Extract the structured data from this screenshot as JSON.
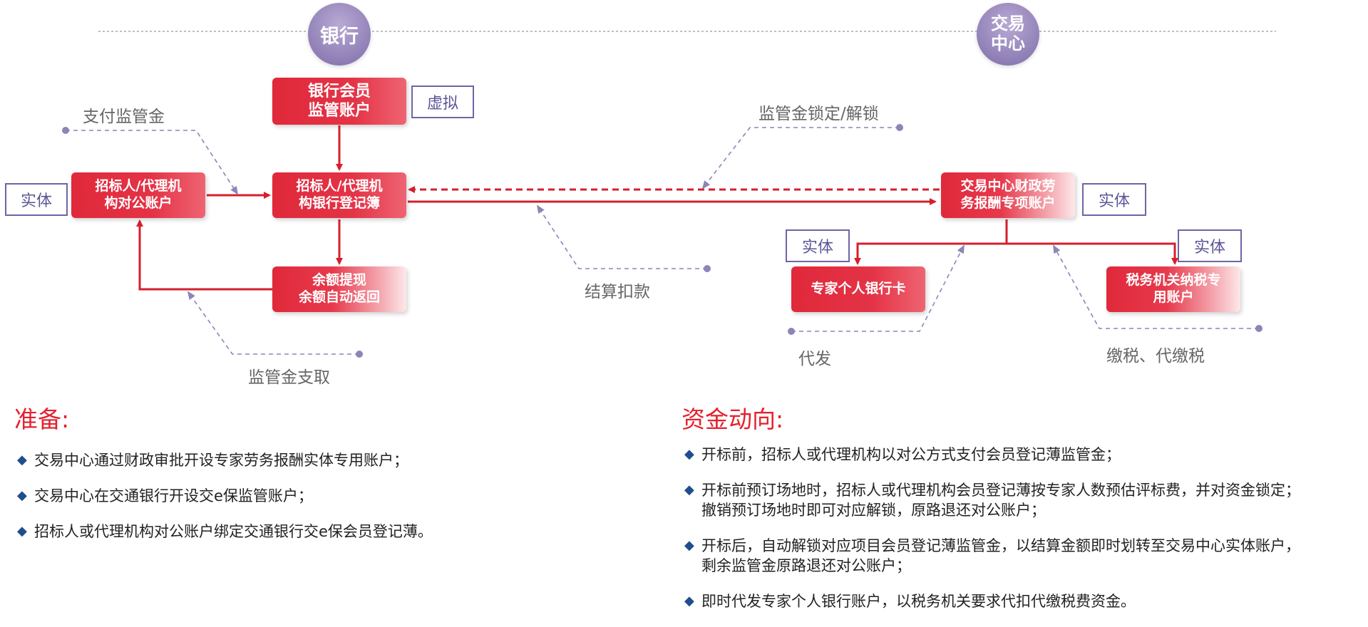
{
  "header": {
    "bank_label": "银行",
    "center_label": "交易\n中心"
  },
  "boxes": {
    "bank_member": "银行会员\n监管账户",
    "tenderer_register": "招标人/代理机\n构银行登记簿",
    "tenderer_public": "招标人/代理机\n构对公账户",
    "balance_return": "余额提现\n余额自动返回",
    "center_finance": "交易中心财政劳\n务报酬专项账户",
    "expert_card": "专家个人银行卡",
    "tax_account": "税务机关纳税专\n用账户"
  },
  "tags": {
    "virtual": "虚拟",
    "entity_left": "实体",
    "entity_right": "实体",
    "entity_expert": "实体",
    "entity_tax": "实体"
  },
  "pointer_labels": {
    "pay_deposit": "支付监管金",
    "lock_unlock": "监管金锁定/解锁",
    "settle": "结算扣款",
    "withdraw": "监管金支取",
    "issue": "代发",
    "tax": "缴税、代缴税"
  },
  "prep": {
    "title": "准备:",
    "items": [
      "交易中心通过财政审批开设专家劳务报酬实体专用账户；",
      "交易中心在交通银行开设交e保监管账户；",
      "招标人或代理机构对公账户绑定交通银行交e保会员登记薄。"
    ]
  },
  "flow": {
    "title": "资金动向:",
    "items": [
      "开标前，招标人或代理机构以对公方式支付会员登记薄监管金；",
      "开标前预订场地时，招标人或代理机构会员登记薄按专家人数预估评标费，并对资金锁定；\n撤销预订场地时即可对应解锁，原路退还对公账户；",
      "开标后，自动解锁对应项目会员登记薄监管金，以结算金额即时划转至交易中心实体账户，\n剩余监管金原路退还对公账户；",
      "即时代发专家个人银行账户，以税务机关要求代扣代缴税费资金。"
    ]
  },
  "colors": {
    "accent_red": "#e5202e",
    "box_red": "#e0293b",
    "arrow_red": "#d61f2c",
    "circle_purple": "#8f7fb6",
    "tag_border": "#6d65a6",
    "bullet_blue": "#1f4e8c",
    "pointer_gray": "#8a86b8"
  }
}
